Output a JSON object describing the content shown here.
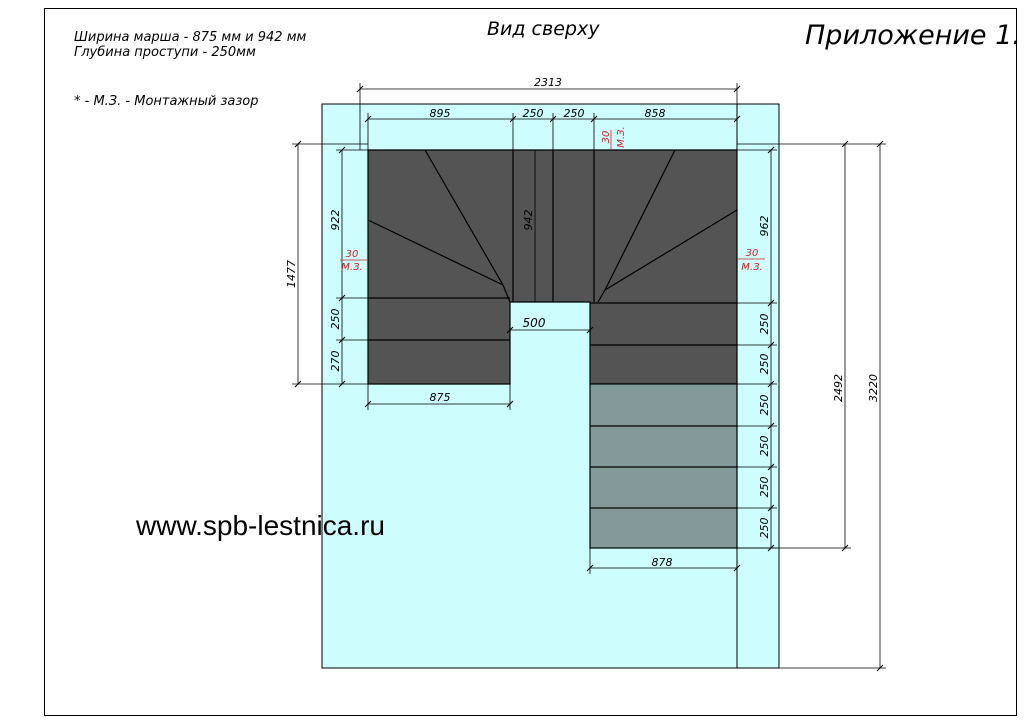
{
  "header": {
    "spec_line_1": "Ширина марша - 875 мм и 942 мм",
    "spec_line_2": "Глубина проступи - 250мм",
    "note": "* - М.З. - Монтажный зазор",
    "view_title": "Вид сверху",
    "appendix": "Приложение 1."
  },
  "watermark": "www.spb-lestnica.ru",
  "dimensions": {
    "total_width": "2313",
    "seg_895": "895",
    "seg_250_a": "250",
    "seg_250_b": "250",
    "seg_858": "858",
    "left_922": "922",
    "left_250": "250",
    "left_270": "270",
    "left_1477": "1477",
    "center_942": "942",
    "right_962": "962",
    "right_250_1": "250",
    "right_250_2": "250",
    "right_250_3": "250",
    "right_250_4": "250",
    "right_250_5": "250",
    "right_250_6": "250",
    "right_2492": "2492",
    "right_3220": "3220",
    "opening_500": "500",
    "bottom_875": "875",
    "bottom_878": "878"
  },
  "gaps": {
    "top_value": "30",
    "top_label": "М.З.",
    "left_value": "30",
    "left_label": "М.З.",
    "right_value": "30",
    "right_label": "М.З."
  },
  "colors": {
    "room": "#cdfdfd",
    "stair_upper": "#545454",
    "stair_lower": "#849a9a",
    "gap_marks": "#d02020"
  }
}
